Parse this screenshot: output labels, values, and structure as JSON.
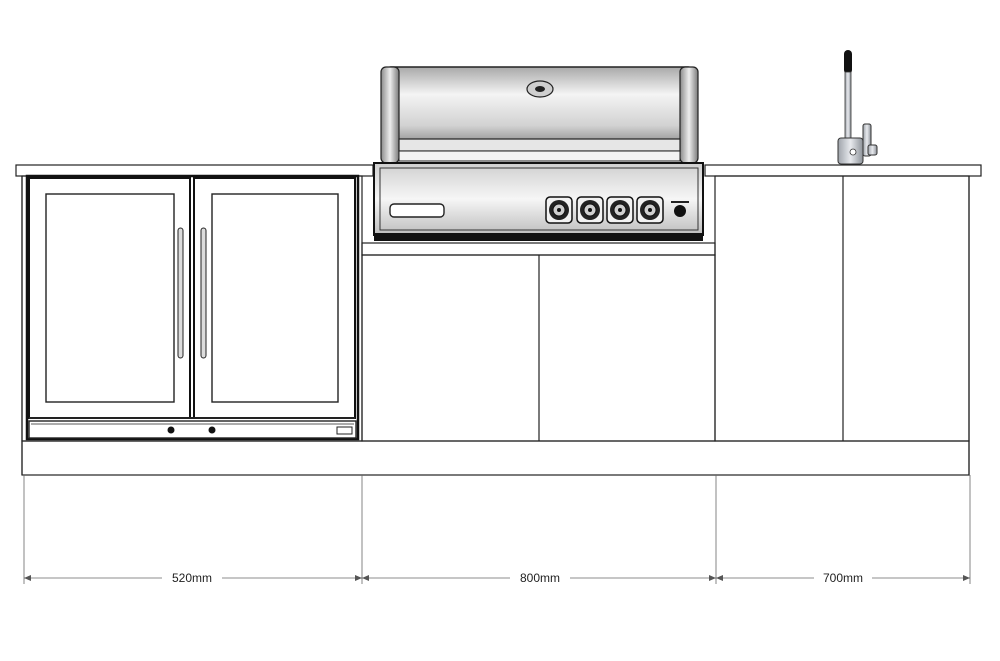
{
  "dimensions": [
    {
      "id": "fridge",
      "label": "520mm"
    },
    {
      "id": "bbq",
      "label": "800mm"
    },
    {
      "id": "sink",
      "label": "700mm"
    }
  ],
  "colors": {
    "line": "#222222",
    "panel": "#ffffff",
    "steel_dark": "#9a9a9a",
    "steel_light": "#f2f2f2",
    "tap": "#b8bcc2",
    "handle_black": "#111111"
  }
}
